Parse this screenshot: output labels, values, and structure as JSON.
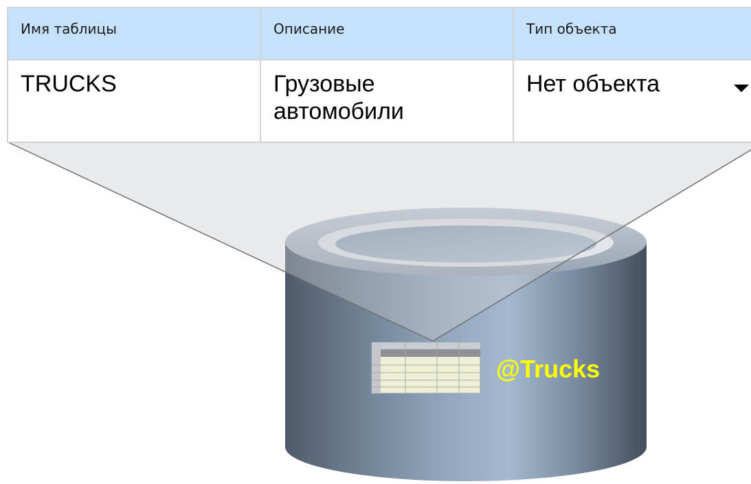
{
  "table": {
    "headers": [
      "Имя таблицы",
      "Описание",
      "Тип объекта"
    ],
    "row": {
      "table_name": "TRUCKS",
      "description": "Грузовые автомобили",
      "object_type": "Нет объекта"
    }
  },
  "database": {
    "table_label": "@Trucks",
    "label_color": "#ffff00",
    "header_color": "#c5e1fb"
  }
}
